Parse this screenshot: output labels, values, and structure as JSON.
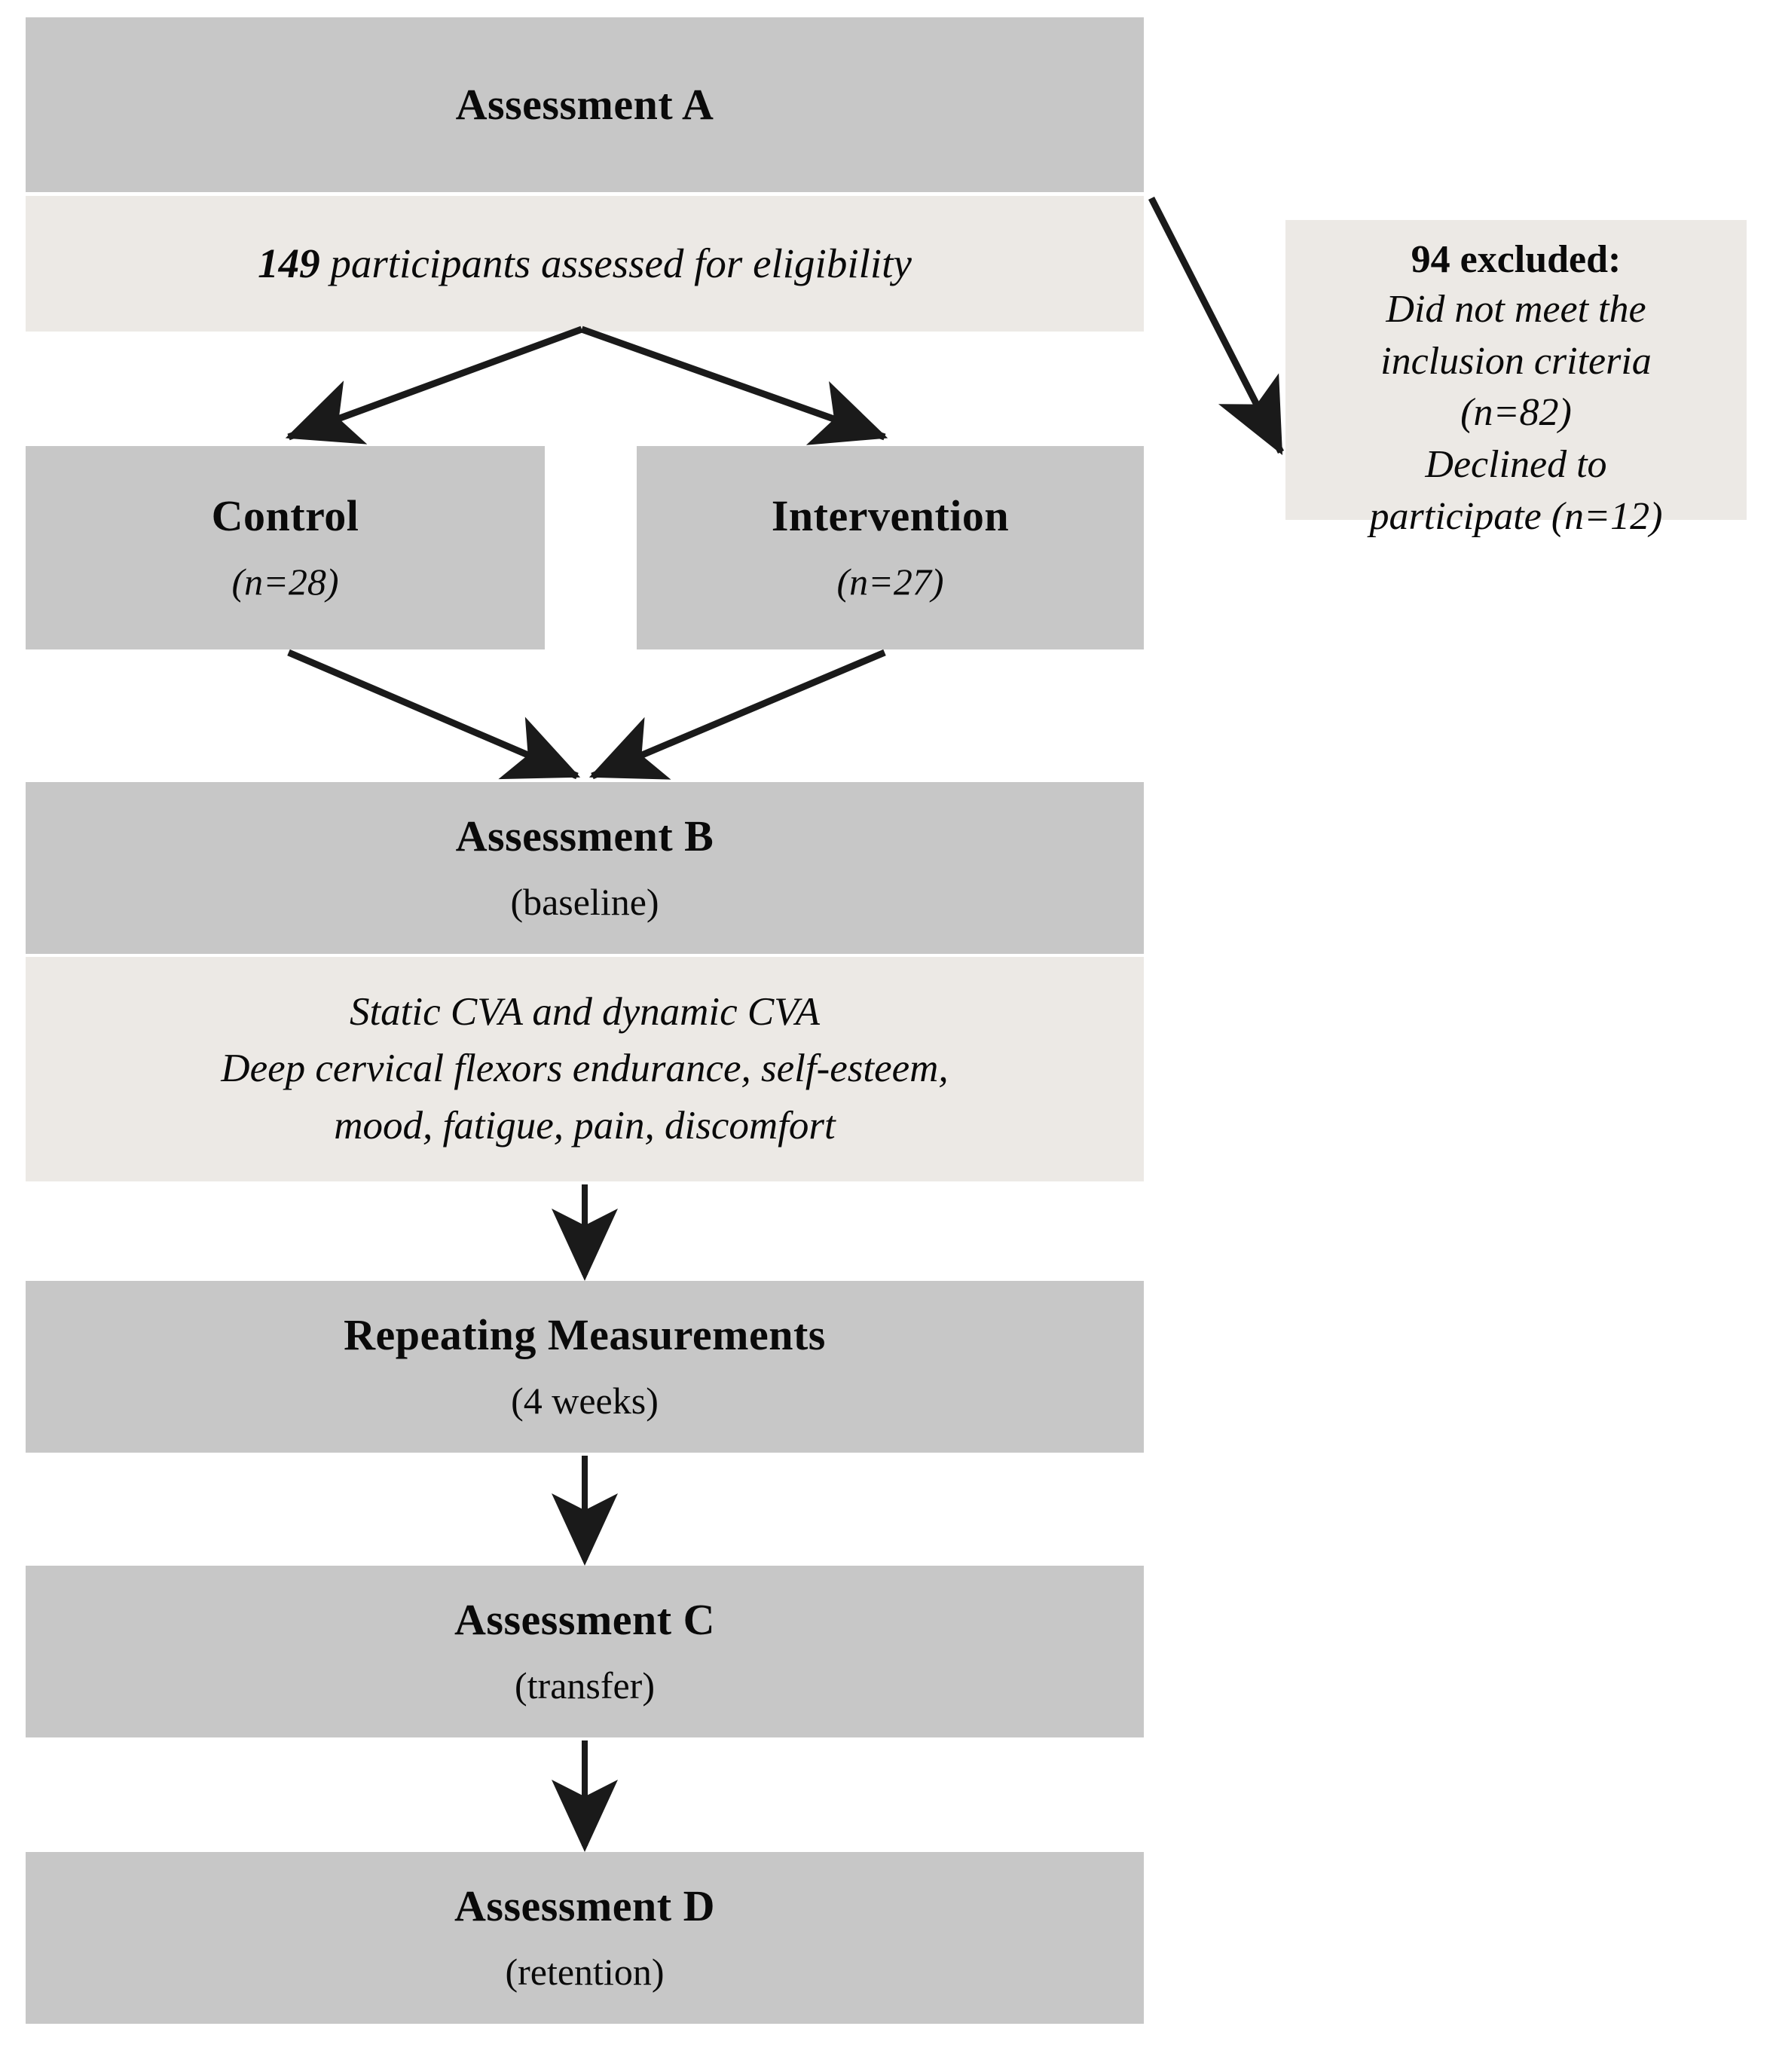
{
  "diagram": {
    "type": "flowchart",
    "palette": {
      "box_gray": "#c7c7c7",
      "box_beige": "#ece9e5",
      "arrow": "#1a1a1a",
      "text": "#0a0a0a",
      "background": "#ffffff"
    },
    "nodes": {
      "assessment_a": {
        "title": "Assessment A",
        "detail": {
          "number": "149",
          "rest": " participants assessed for eligibility"
        }
      },
      "excluded": {
        "title": "94 excluded:",
        "lines": [
          "Did not meet the",
          "inclusion criteria",
          "(n=82)",
          "Declined to",
          "participate (n=12)"
        ]
      },
      "control": {
        "title": "Control",
        "subtitle": "(n=28)"
      },
      "intervention": {
        "title": "Intervention",
        "subtitle": "(n=27)"
      },
      "assessment_b": {
        "title": "Assessment B",
        "subtitle": "(baseline)",
        "detail_lines": [
          "Static CVA and dynamic CVA",
          "Deep cervical flexors endurance, self-esteem,",
          "mood, fatigue, pain, discomfort"
        ]
      },
      "repeating_measurements": {
        "title": "Repeating Measurements",
        "subtitle": "(4 weeks)"
      },
      "assessment_c": {
        "title": "Assessment C",
        "subtitle": "(transfer)"
      },
      "assessment_d": {
        "title": "Assessment D",
        "subtitle": "(retention)"
      }
    },
    "edges": [
      {
        "from": "assessment_a",
        "to": "excluded",
        "style": "diagonal-arrow"
      },
      {
        "from": "assessment_a",
        "to": "control",
        "style": "split-arrow"
      },
      {
        "from": "assessment_a",
        "to": "intervention",
        "style": "split-arrow"
      },
      {
        "from": "control",
        "to": "assessment_b",
        "style": "merge-arrow"
      },
      {
        "from": "intervention",
        "to": "assessment_b",
        "style": "merge-arrow"
      },
      {
        "from": "assessment_b",
        "to": "repeating_measurements",
        "style": "vertical-arrow"
      },
      {
        "from": "repeating_measurements",
        "to": "assessment_c",
        "style": "vertical-arrow"
      },
      {
        "from": "assessment_c",
        "to": "assessment_d",
        "style": "vertical-arrow"
      }
    ]
  }
}
